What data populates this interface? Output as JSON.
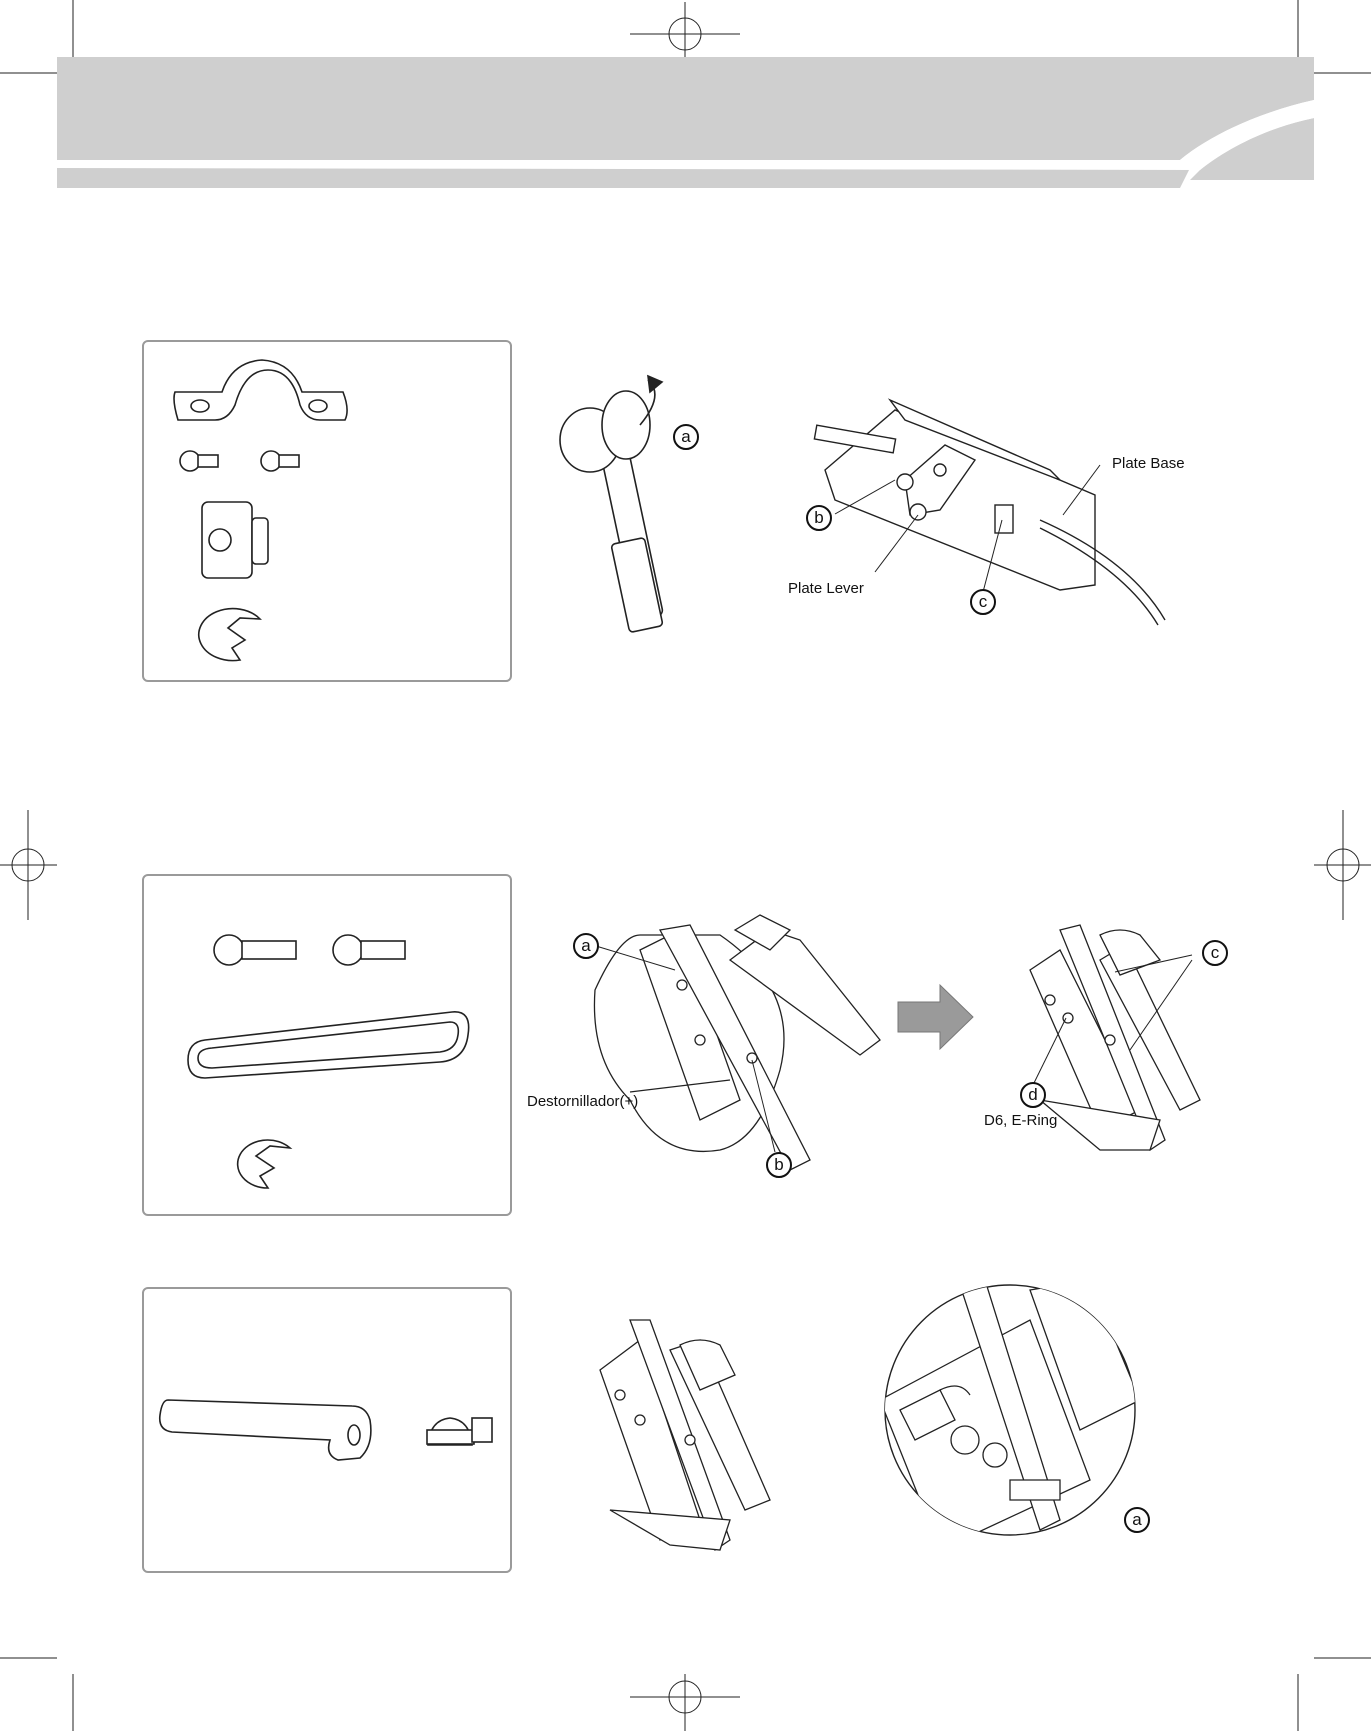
{
  "figure1": {
    "callout_a": "a",
    "callout_b": "b",
    "callout_c": "c",
    "plate_base": "Plate Base",
    "plate_lever": "Plate Lever"
  },
  "figure2": {
    "callout_a": "a",
    "callout_b": "b",
    "callout_c": "c",
    "callout_d": "d",
    "screwdriver": "Destornillador(+)",
    "ring_label": "D6, E-Ring"
  },
  "figure3": {
    "callout_a": "a"
  }
}
